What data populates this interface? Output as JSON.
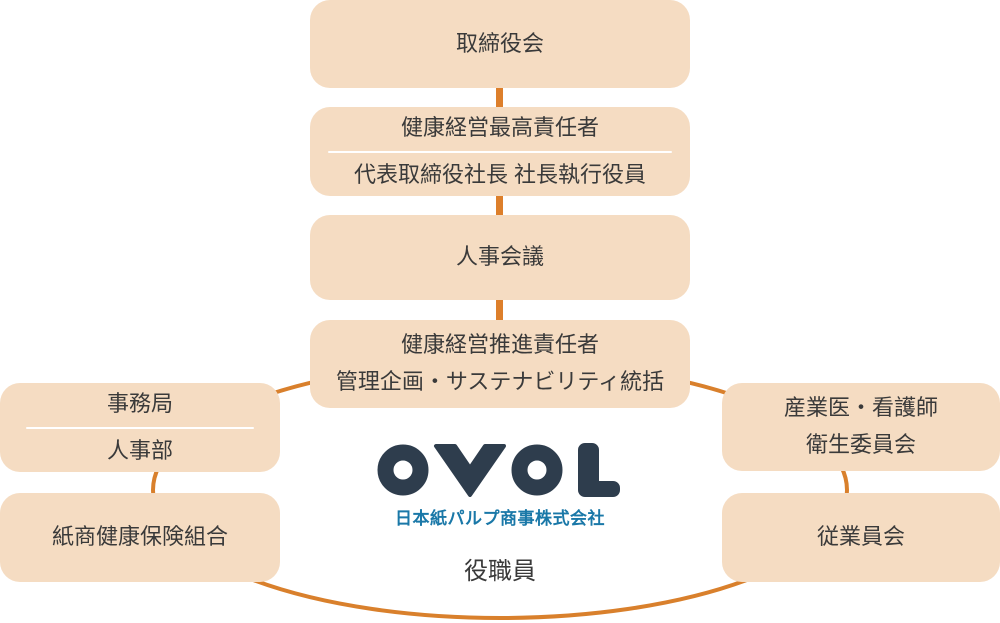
{
  "diagram": {
    "boxes": {
      "board": {
        "label": "取締役会"
      },
      "chief_health_officer": {
        "title": "健康経営最高責任者",
        "subtitle": "代表取締役社長 社長執行役員"
      },
      "hr_meeting": {
        "label": "人事会議"
      },
      "promotion_officer": {
        "title": "健康経営推進責任者",
        "subtitle": "管理企画・サステナビリティ統括"
      },
      "secretariat": {
        "title": "事務局",
        "subtitle": "人事部"
      },
      "insurance_union": {
        "label": "紙商健康保険組合"
      },
      "industrial_physician": {
        "line1": "産業医・看護師",
        "line2": "衛生委員会"
      },
      "employee_association": {
        "label": "従業員会"
      }
    },
    "center": {
      "logo": "OVOL",
      "company_name": "日本紙パルプ商事株式会社",
      "staff_label": "役職員"
    },
    "colors": {
      "box_fill": "#f5dcc2",
      "connector_orange": "#dd7f2b",
      "ellipse_orange": "#d9802c",
      "logo_navy": "#2e3d4d",
      "company_blue": "#1a78a8",
      "text_dark": "#3a3a3a",
      "divider_white": "#ffffff"
    }
  }
}
